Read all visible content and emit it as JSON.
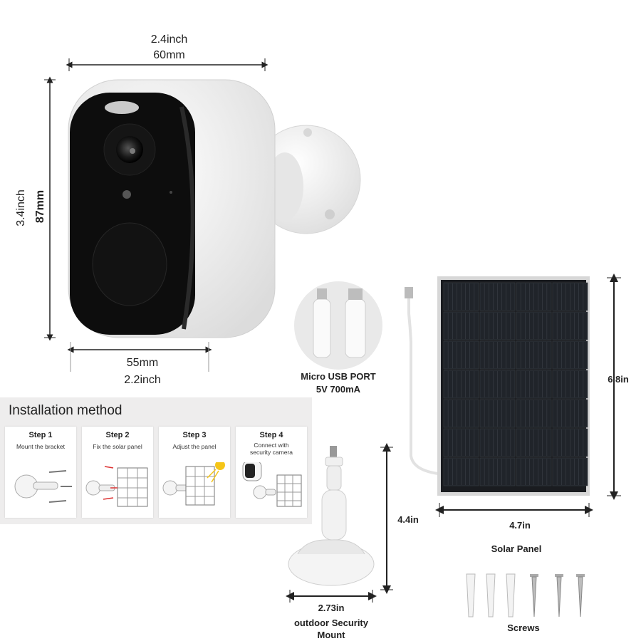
{
  "camera": {
    "width_inch": "2.4inch",
    "width_mm": "60mm",
    "height_inch": "3.4inch",
    "height_mm": "87mm",
    "depth_mm": "55mm",
    "depth_inch": "2.2inch"
  },
  "usb": {
    "label_line1": "Micro USB PORT",
    "label_line2": "5V  700mA"
  },
  "solar_panel": {
    "height": "6.8in",
    "width": "4.7in",
    "label": "Solar Panel"
  },
  "mount": {
    "height": "4.4in",
    "width": "2.73in",
    "label_line1": "outdoor Security",
    "label_line2": "Mount"
  },
  "screws": {
    "label": "Screws"
  },
  "installation": {
    "title": "Installation method",
    "steps": [
      {
        "title": "Step 1",
        "desc": "Mount the bracket"
      },
      {
        "title": "Step 2",
        "desc": "Fix the solar panel"
      },
      {
        "title": "Step 3",
        "desc": "Adjust the panel"
      },
      {
        "title": "Step 4",
        "desc_line1": "Connect with",
        "desc_line2": "security camera"
      }
    ]
  },
  "colors": {
    "camera_body": "#f4f4f4",
    "camera_face": "#0d0d0d",
    "panel": "#1a1c20",
    "install_bg": "#eeeded",
    "sun": "#f5c518",
    "arrow_red": "#d33"
  }
}
